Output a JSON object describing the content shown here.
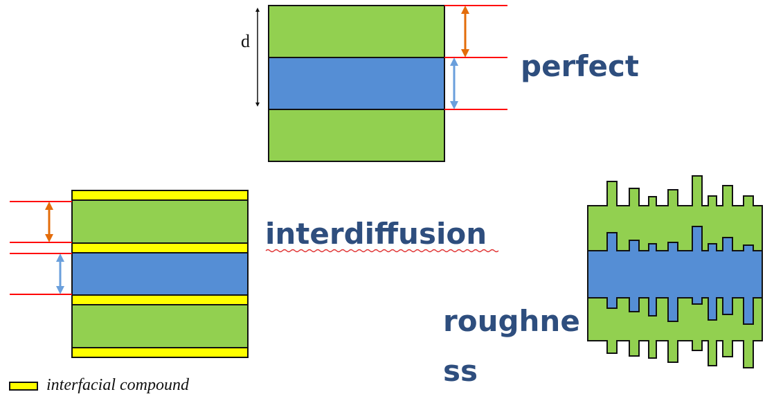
{
  "labels": {
    "perfect": "perfect",
    "interdiffusion": "interdiffusion",
    "roughness_line1": "roughne",
    "roughness_line2": "ss",
    "d": "d",
    "legend": "interfacial compound"
  },
  "colors": {
    "green_layer": "#92d050",
    "blue_layer": "#558ed5",
    "yellow_compound": "#ffff00",
    "red_line": "#ff0000",
    "orange_arrow": "#e36c0a",
    "blue_arrow": "#6a9fdc",
    "text_blue": "#2e4e7e"
  }
}
